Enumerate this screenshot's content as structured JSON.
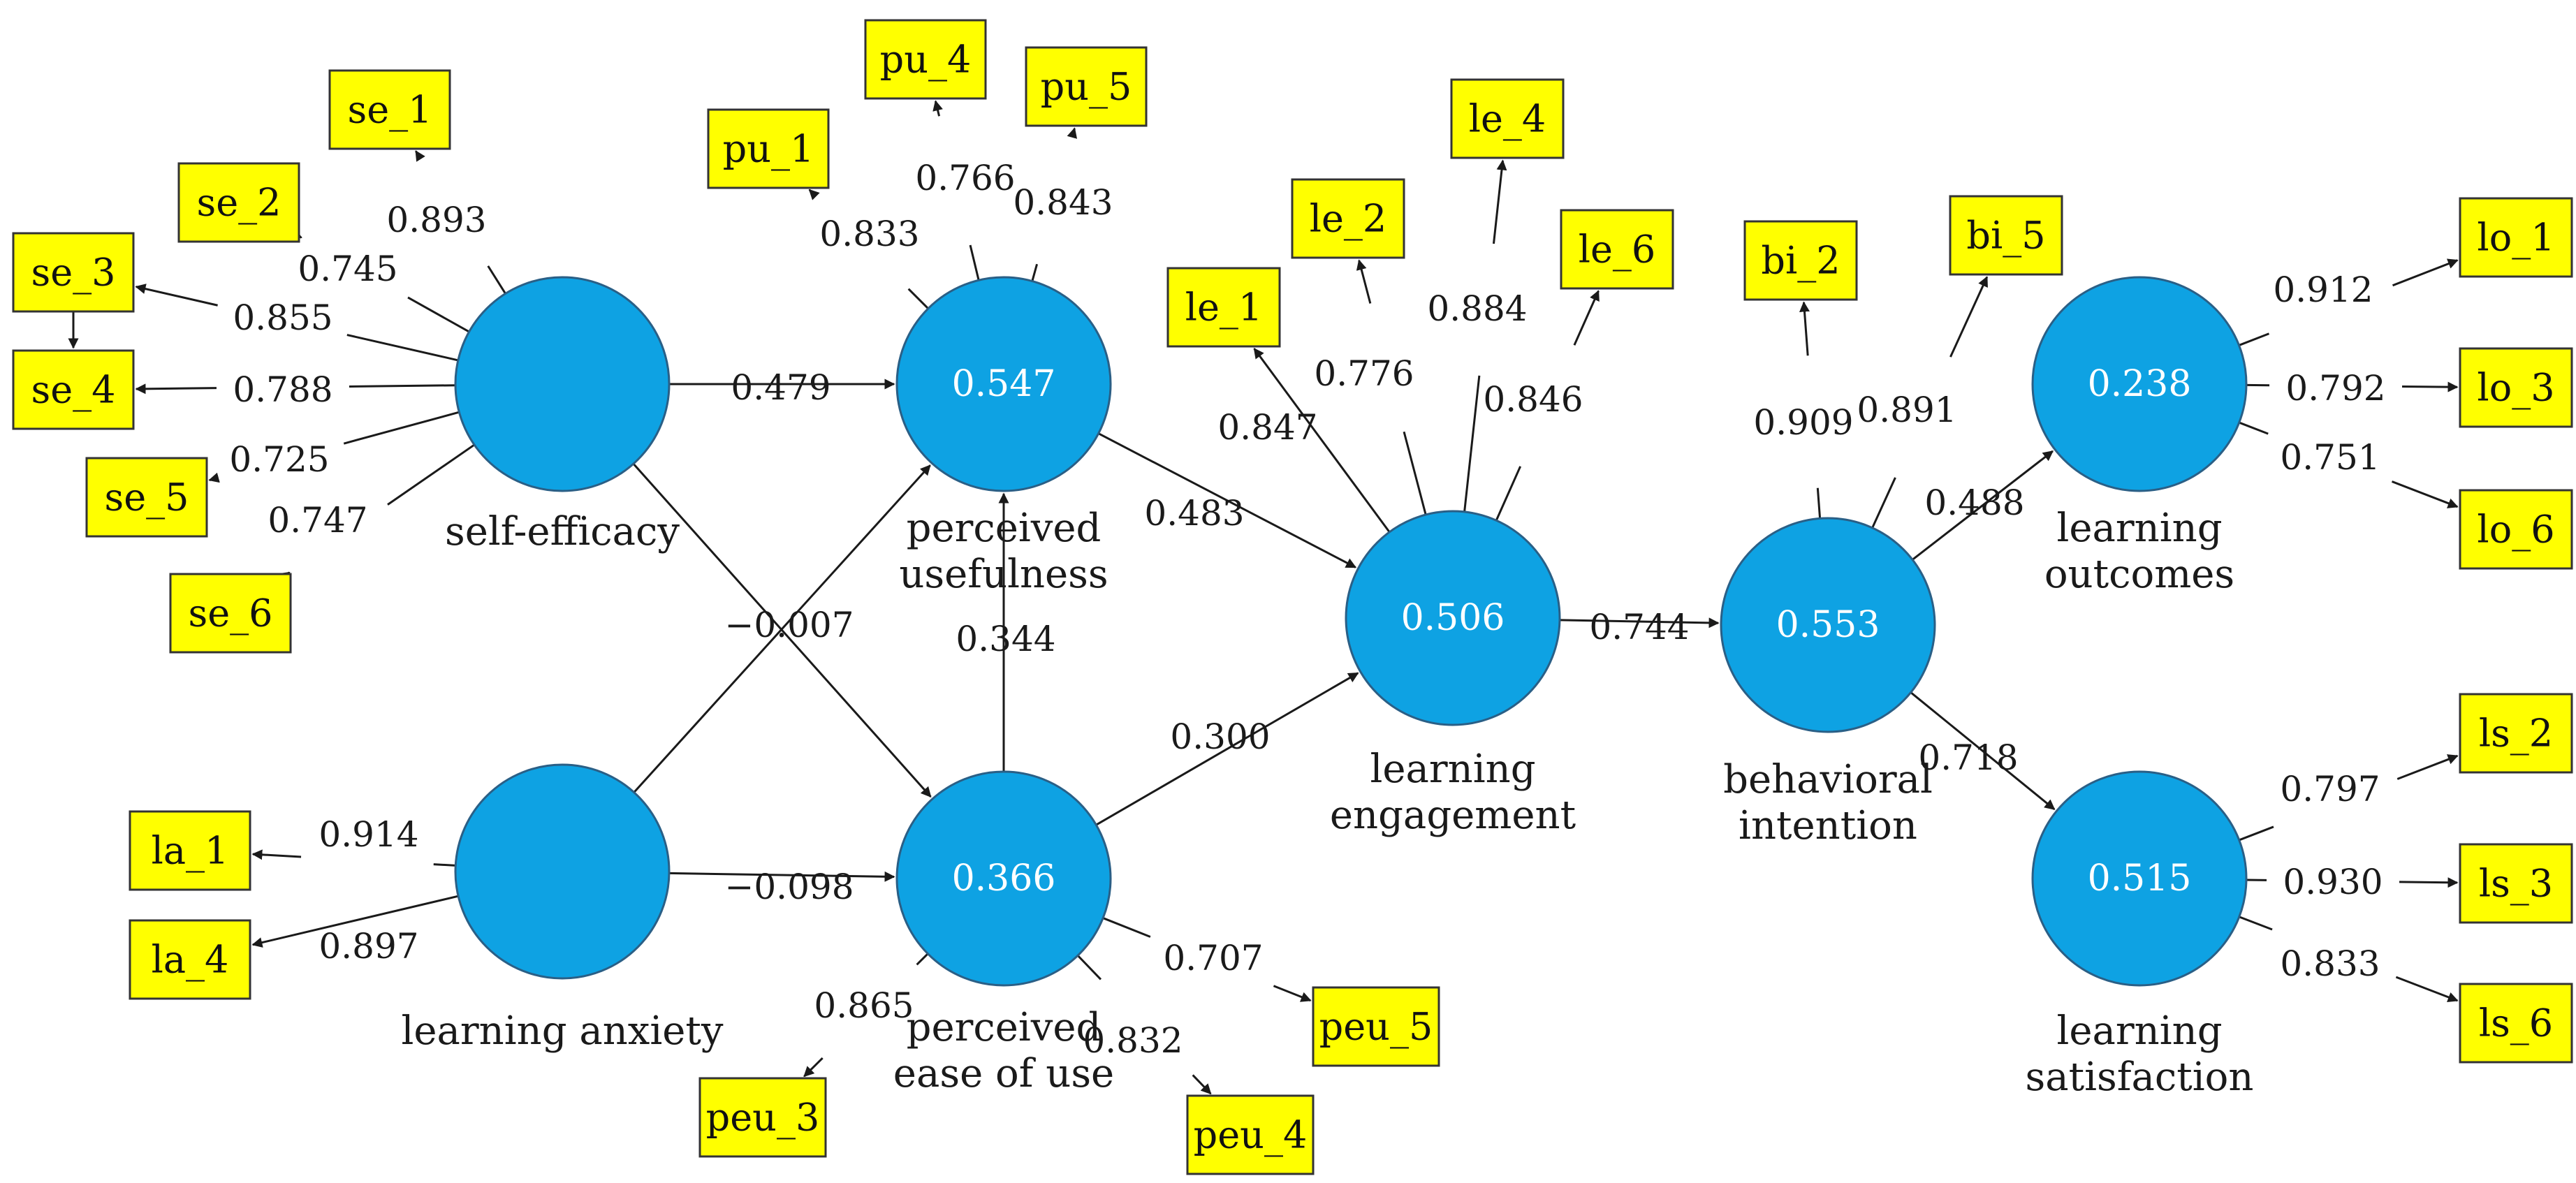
{
  "colors": {
    "construct_fill": "#0ea2e3",
    "construct_stroke": "#2a5f86",
    "indicator_fill": "#ffff00",
    "indicator_stroke": "#333333",
    "arrow": "#1a1a1a",
    "r2_text": "#ffffff"
  },
  "constructs": [
    {
      "id": "se",
      "label_lines": [
        "self-efficacy"
      ],
      "r2": ""
    },
    {
      "id": "pu",
      "label_lines": [
        "perceived",
        "usefulness"
      ],
      "r2": "0.547"
    },
    {
      "id": "la",
      "label_lines": [
        "learning anxiety"
      ],
      "r2": ""
    },
    {
      "id": "peu",
      "label_lines": [
        "perceived",
        "ease of use"
      ],
      "r2": "0.366"
    },
    {
      "id": "le",
      "label_lines": [
        "learning",
        "engagement"
      ],
      "r2": "0.506"
    },
    {
      "id": "bi",
      "label_lines": [
        "behavioral",
        "intention"
      ],
      "r2": "0.553"
    },
    {
      "id": "lo",
      "label_lines": [
        "learning",
        "outcomes"
      ],
      "r2": "0.238"
    },
    {
      "id": "ls",
      "label_lines": [
        "learning",
        "satisfaction"
      ],
      "r2": "0.515"
    }
  ],
  "indicators": [
    {
      "id": "se_1",
      "label": "se_1"
    },
    {
      "id": "se_2",
      "label": "se_2"
    },
    {
      "id": "se_3",
      "label": "se_3"
    },
    {
      "id": "se_4",
      "label": "se_4"
    },
    {
      "id": "se_5",
      "label": "se_5"
    },
    {
      "id": "se_6",
      "label": "se_6"
    },
    {
      "id": "pu_1",
      "label": "pu_1"
    },
    {
      "id": "pu_4",
      "label": "pu_4"
    },
    {
      "id": "pu_5",
      "label": "pu_5"
    },
    {
      "id": "la_1",
      "label": "la_1"
    },
    {
      "id": "la_4",
      "label": "la_4"
    },
    {
      "id": "peu_3",
      "label": "peu_3"
    },
    {
      "id": "peu_4",
      "label": "peu_4"
    },
    {
      "id": "peu_5",
      "label": "peu_5"
    },
    {
      "id": "le_1",
      "label": "le_1"
    },
    {
      "id": "le_2",
      "label": "le_2"
    },
    {
      "id": "le_4",
      "label": "le_4"
    },
    {
      "id": "le_6",
      "label": "le_6"
    },
    {
      "id": "bi_2",
      "label": "bi_2"
    },
    {
      "id": "bi_5",
      "label": "bi_5"
    },
    {
      "id": "lo_1",
      "label": "lo_1"
    },
    {
      "id": "lo_3",
      "label": "lo_3"
    },
    {
      "id": "lo_6",
      "label": "lo_6"
    },
    {
      "id": "ls_2",
      "label": "ls_2"
    },
    {
      "id": "ls_3",
      "label": "ls_3"
    },
    {
      "id": "ls_6",
      "label": "ls_6"
    }
  ],
  "loadings": [
    {
      "construct": "se",
      "indicator": "se_1",
      "value": "0.893"
    },
    {
      "construct": "se",
      "indicator": "se_2",
      "value": "0.745"
    },
    {
      "construct": "se",
      "indicator": "se_3",
      "value": "0.855"
    },
    {
      "construct": "se",
      "indicator": "se_4",
      "value": "0.788"
    },
    {
      "construct": "se",
      "indicator": "se_5",
      "value": "0.725"
    },
    {
      "construct": "se",
      "indicator": "se_6",
      "value": "0.747"
    },
    {
      "construct": "pu",
      "indicator": "pu_1",
      "value": "0.833"
    },
    {
      "construct": "pu",
      "indicator": "pu_4",
      "value": "0.766"
    },
    {
      "construct": "pu",
      "indicator": "pu_5",
      "value": "0.843"
    },
    {
      "construct": "la",
      "indicator": "la_1",
      "value": "0.914"
    },
    {
      "construct": "la",
      "indicator": "la_4",
      "value": "0.897"
    },
    {
      "construct": "peu",
      "indicator": "peu_3",
      "value": "0.865"
    },
    {
      "construct": "peu",
      "indicator": "peu_4",
      "value": "0.832"
    },
    {
      "construct": "peu",
      "indicator": "peu_5",
      "value": "0.707"
    },
    {
      "construct": "le",
      "indicator": "le_1",
      "value": "0.847"
    },
    {
      "construct": "le",
      "indicator": "le_2",
      "value": "0.776"
    },
    {
      "construct": "le",
      "indicator": "le_4",
      "value": "0.884"
    },
    {
      "construct": "le",
      "indicator": "le_6",
      "value": "0.846"
    },
    {
      "construct": "bi",
      "indicator": "bi_2",
      "value": "0.909"
    },
    {
      "construct": "bi",
      "indicator": "bi_5",
      "value": "0.891"
    },
    {
      "construct": "lo",
      "indicator": "lo_1",
      "value": "0.912"
    },
    {
      "construct": "lo",
      "indicator": "lo_3",
      "value": "0.792"
    },
    {
      "construct": "lo",
      "indicator": "lo_6",
      "value": "0.751"
    },
    {
      "construct": "ls",
      "indicator": "ls_2",
      "value": "0.797"
    },
    {
      "construct": "ls",
      "indicator": "ls_3",
      "value": "0.930"
    },
    {
      "construct": "ls",
      "indicator": "ls_6",
      "value": "0.833"
    }
  ],
  "paths": [
    {
      "from": "se",
      "to": "pu",
      "value": "0.479"
    },
    {
      "from": "se",
      "to": "peu",
      "value": "−0.007"
    },
    {
      "from": "la",
      "to": "pu",
      "value": ""
    },
    {
      "from": "la",
      "to": "peu",
      "value": "−0.098"
    },
    {
      "from": "peu",
      "to": "pu",
      "value": "0.344"
    },
    {
      "from": "pu",
      "to": "le",
      "value": "0.483"
    },
    {
      "from": "peu",
      "to": "le",
      "value": "0.300"
    },
    {
      "from": "le",
      "to": "bi",
      "value": "0.744"
    },
    {
      "from": "bi",
      "to": "lo",
      "value": "0.488"
    },
    {
      "from": "bi",
      "to": "ls",
      "value": "0.718"
    }
  ]
}
